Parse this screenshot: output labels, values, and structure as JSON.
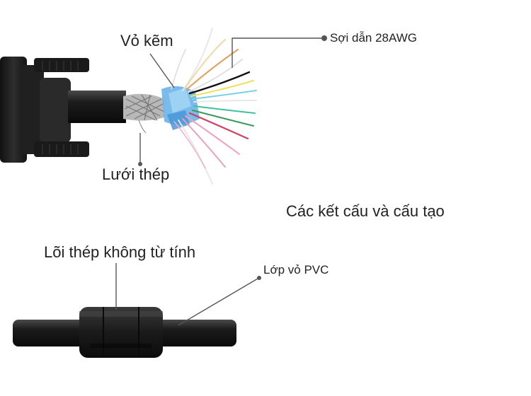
{
  "labels": {
    "shell": "Vỏ kẽm",
    "conductor": "Sợi dẫn 28AWG",
    "mesh": "Lưới thép",
    "structure": "Các kết cấu và cấu tạo",
    "ferrite_core": "Lõi thép không từ tính",
    "pvc_jacket": "Lớp vỏ PVC"
  },
  "colors": {
    "cable": "#1c1c1c",
    "leader": "#555555",
    "shield_foil": "#5aa8e0",
    "wire_colors": [
      "#e8a0b8",
      "#f0a0c0",
      "#d04060",
      "#3a9a5a",
      "#40c0a0",
      "#f0e060",
      "#e0a030",
      "#111111",
      "#7ad0e8",
      "#eeeeee",
      "#ffffff",
      "#f6b0c8"
    ]
  }
}
